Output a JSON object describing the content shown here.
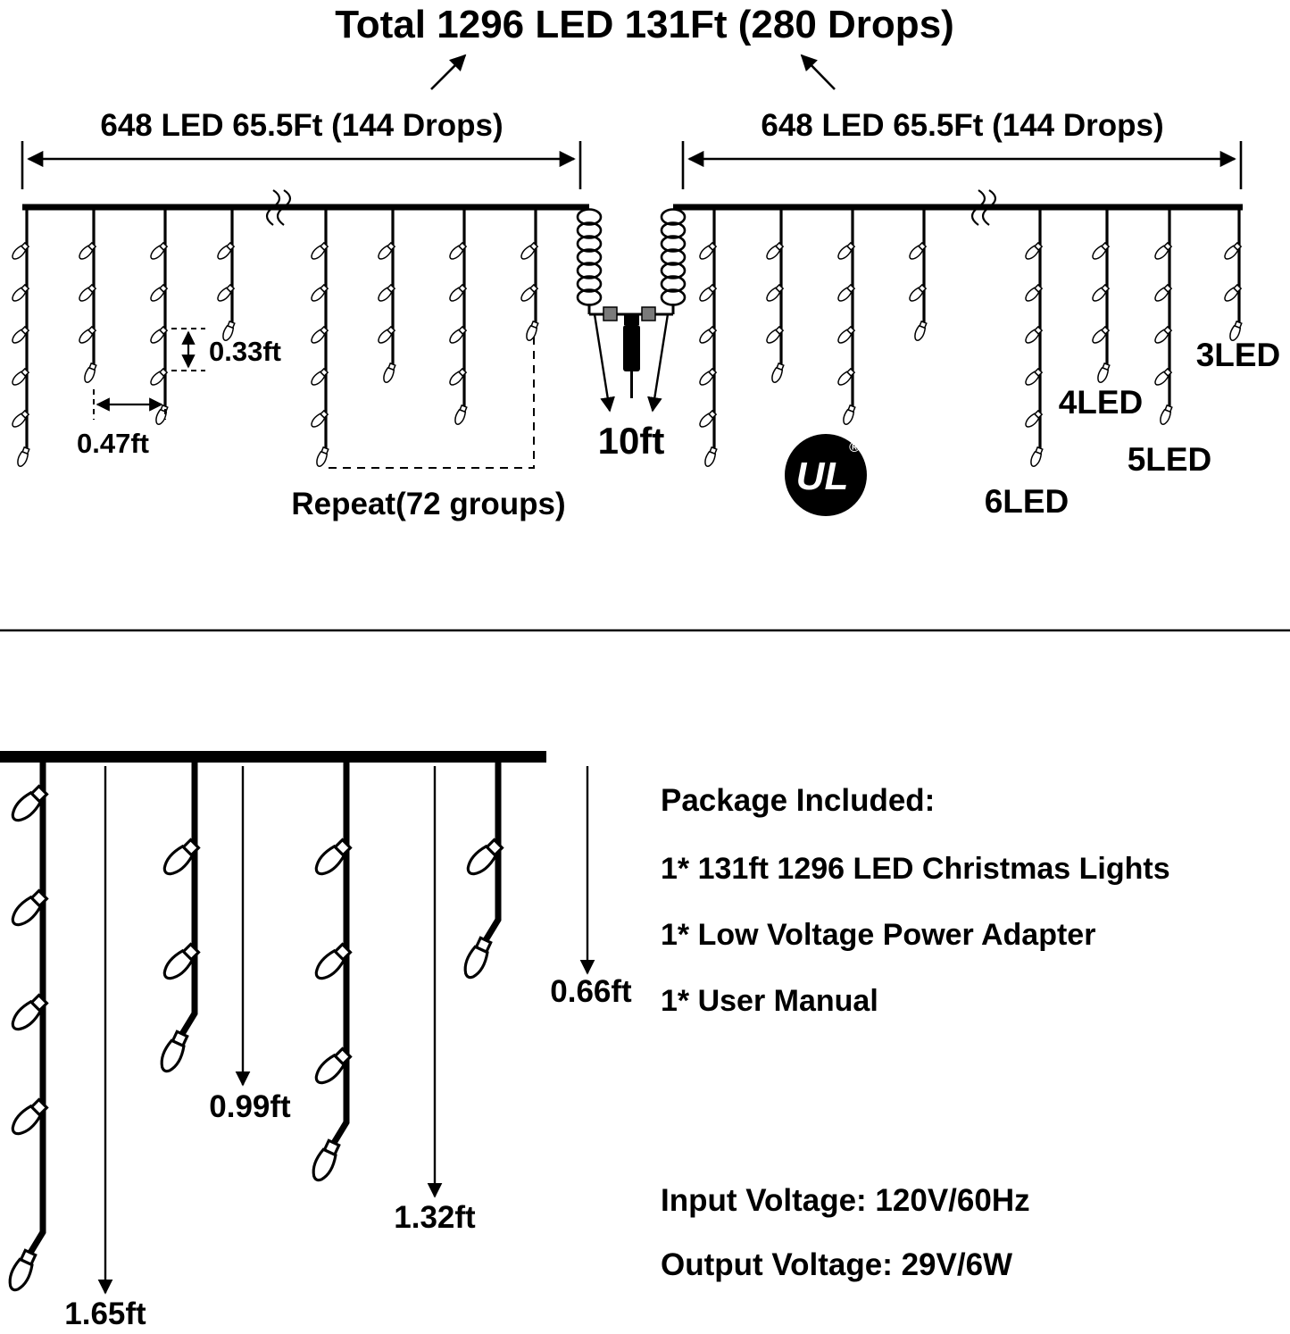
{
  "title": "Total 1296 LED 131Ft (280 Drops)",
  "sections": {
    "left": "648 LED 65.5Ft (144 Drops)",
    "right": "648 LED 65.5Ft (144 Drops)"
  },
  "annotations": {
    "drop_gap_v": "0.33ft",
    "drop_gap_h": "0.47ft",
    "repeat": "Repeat(72 groups)",
    "lead": "10ft",
    "ul": "UL",
    "reg": "®"
  },
  "led_labels": {
    "l3": "3LED",
    "l4": "4LED",
    "l5": "5LED",
    "l6": "6LED"
  },
  "detail_lengths": {
    "d1": "1.65ft",
    "d2": "0.99ft",
    "d3": "1.32ft",
    "d4": "0.66ft"
  },
  "package": {
    "heading": "Package Included:",
    "items": [
      "1* 131ft 1296 LED Christmas Lights",
      "1* Low Voltage Power Adapter",
      "1* User Manual"
    ],
    "input": "Input Voltage: 120V/60Hz",
    "output": "Output Voltage: 29V/6W"
  },
  "colors": {
    "ink": "#000000",
    "background": "#ffffff",
    "connector": "#7a7a7a"
  }
}
